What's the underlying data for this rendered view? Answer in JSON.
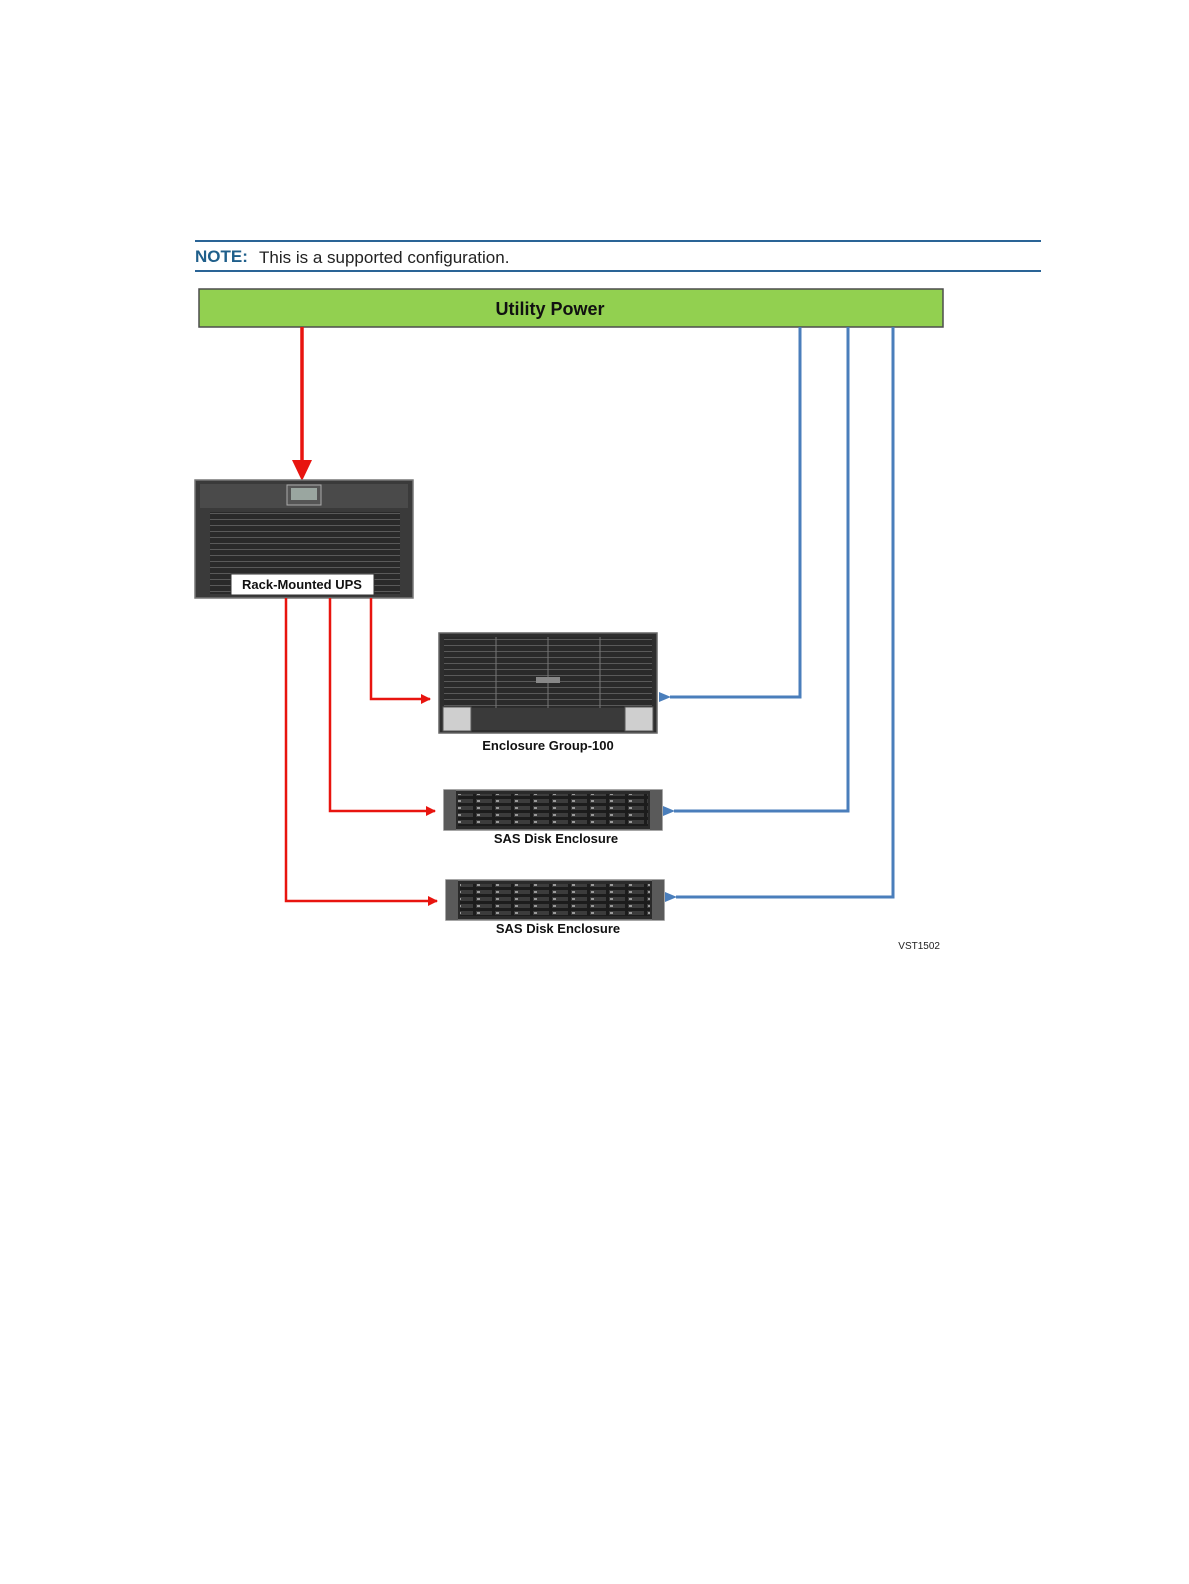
{
  "note": {
    "label": "NOTE:",
    "text": "This is a supported configuration."
  },
  "diagram": {
    "utility_power": "Utility Power",
    "ups_label": "Rack-Mounted UPS",
    "enclosure_group_label": "Enclosure Group-100",
    "sas_enclosure_1_label": "SAS Disk Enclosure",
    "sas_enclosure_2_label": "SAS Disk Enclosure",
    "figure_id": "VST1502"
  },
  "colors": {
    "utility_power_fill": "#92d050",
    "ups_line": "#e8140f",
    "utility_line": "#4a7ebb",
    "note_accent": "#1f5f8b"
  }
}
